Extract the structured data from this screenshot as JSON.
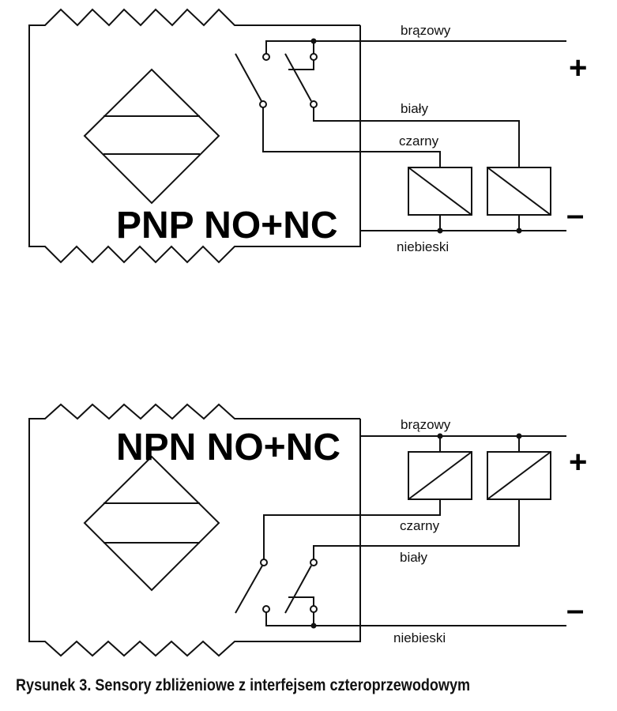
{
  "top_diagram": {
    "title": "PNP NO+NC",
    "wires": {
      "brown": "brązowy",
      "white": "biały",
      "black": "czarny",
      "blue": "niebieski"
    },
    "plus": "+",
    "minus": "–"
  },
  "bottom_diagram": {
    "title": "NPN NO+NC",
    "wires": {
      "brown": "brązowy",
      "black": "czarny",
      "white": "biały",
      "blue": "niebieski"
    },
    "plus": "+",
    "minus": "–"
  },
  "caption": "Rysunek 3. Sensory zbliżeniowe z interfejsem czteroprzewodowym"
}
